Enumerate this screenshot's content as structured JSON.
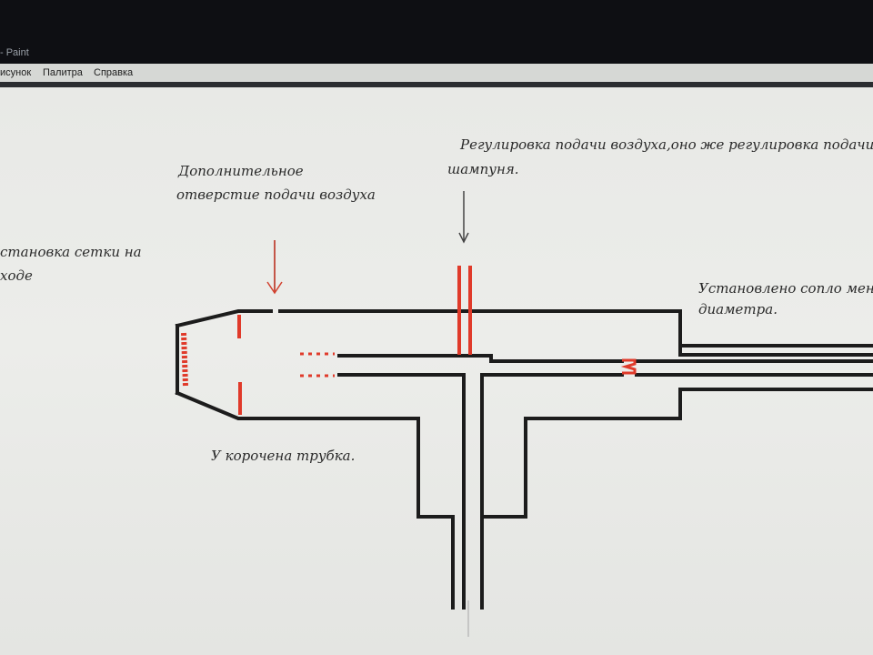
{
  "window": {
    "title": "- Paint"
  },
  "menu": {
    "items": [
      "исунок",
      "Палитра",
      "Справка"
    ]
  },
  "annotations": {
    "extra_hole_line1": "Дополнительное",
    "extra_hole_line2": "отверстие подачи воздуха",
    "regulation_line1": "Регулировка подачи воздуха,оно же регулировка подачи",
    "regulation_line2": "шампуня.",
    "mesh_line1": "становка сетки на",
    "mesh_line2": "ходе",
    "nozzle_line1": "Установлено сопло мень",
    "nozzle_line2": "диаметра.",
    "shortened": "У корочена трубка."
  },
  "colors": {
    "line": "#1c1c1c",
    "accent": "#e03a2a",
    "arrow": "#444444"
  }
}
